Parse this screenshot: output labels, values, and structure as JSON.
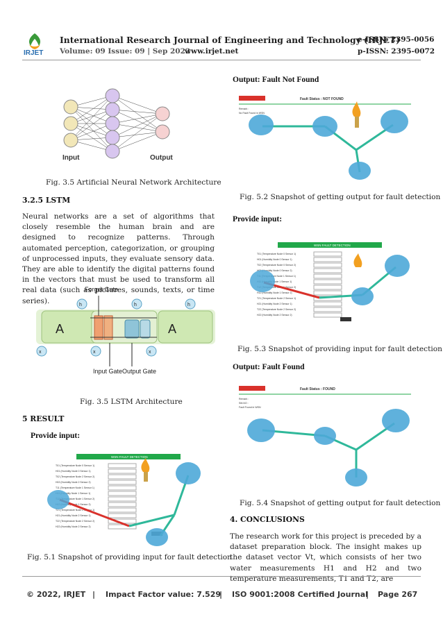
{
  "header": {
    "logo_text": "IRJET",
    "journal_title": "International Research Journal of Engineering and Technology (IRJET)",
    "eissn": "e-ISSN: 2395-0056",
    "volume": "Volume: 09 Issue: 09 | Sep 2022",
    "website": "www.irjet.net",
    "pissn": "p-ISSN: 2395-0072"
  },
  "left": {
    "ann_figure": {
      "input_label": "Input",
      "output_label": "Output"
    },
    "fig35a_caption": "Fig. 3.5 Artificial Neural Network Architecture",
    "section_lstm": "3.2.5 LSTM",
    "lstm_paragraph": "Neural networks are a set of algorithms that closely resemble the human brain and are designed to recognize patterns. Through automated perception, categorization, or grouping of unprocessed inputs, they evaluate sensory data. They are able to identify the digital patterns found in the vectors that must be used to transform all real data (such as pictures, sounds, texts, or time series).",
    "lstm_figure": {
      "forget_gate": "Forget Gate",
      "input_gate": "Input Gate",
      "output_gate": "Output Gate",
      "cell_label": "A"
    },
    "fig35b_caption": "Fig. 3.5 LSTM Architecture",
    "section_result": "5 RESULT",
    "provide_input": "Provide input:",
    "fig51_caption": "Fig. 5.1 Snapshot of providing input for fault detection"
  },
  "right": {
    "output_not_found": "Output: Fault Not Found",
    "fig52_caption": "Fig. 5.2 Snapshot of getting output for fault detection",
    "provide_input": "Provide input:",
    "fig53_caption": "Fig. 5.3 Snapshot of providing input for fault detection",
    "output_found": "Output: Fault Found",
    "fig54_caption": "Fig. 5.4 Snapshot of getting output for fault detection",
    "section_conclusions": "4. CONCLUSIONS",
    "conclusions_paragraph": "The research work for this project is preceded by a dataset preparation block. The insight makes up the dataset vector Vt, which consists of her two water measurements H1 and H2 and two temperature measurements, T1 and T2, are"
  },
  "footer": {
    "copyright": "© 2022, IRJET",
    "impact": "Impact Factor value: 7.529",
    "iso": "ISO 9001:2008 Certified Journal",
    "page": "Page 267"
  },
  "colors": {
    "accent_green": "#21a84a",
    "router_blue": "#4ea8d8",
    "arrow_teal": "#2fb89a",
    "arrow_red": "#d9312b"
  },
  "icons": [
    "irjet-logo-icon",
    "router-icon",
    "flame-icon"
  ]
}
